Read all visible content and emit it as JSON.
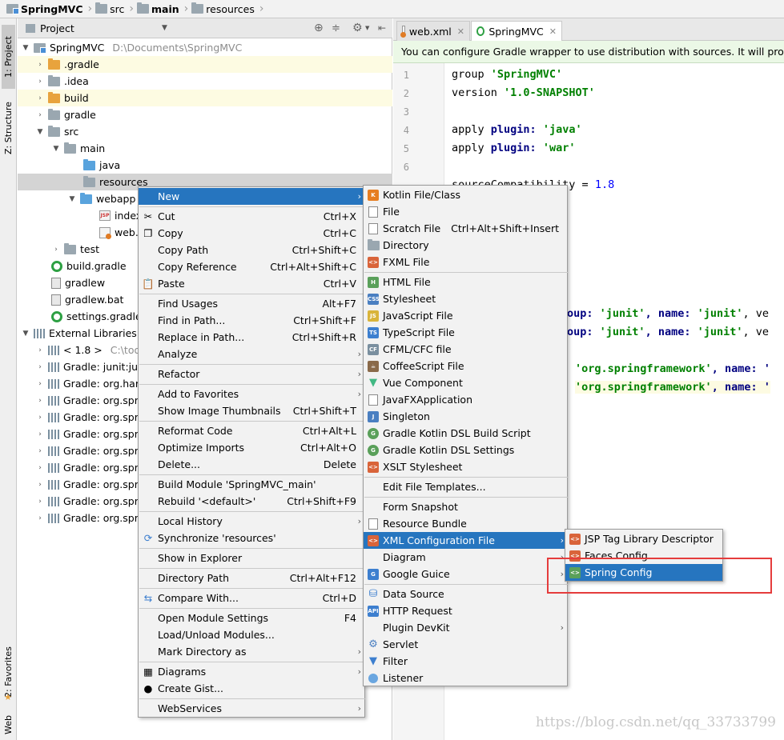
{
  "breadcrumb": [
    "SpringMVC",
    "src",
    "main",
    "resources"
  ],
  "left_strip": {
    "project_tab": "1: Project",
    "structure_tab": "Z: Structure",
    "favorites_tab": "2: Favorites",
    "web_tab": "Web"
  },
  "project_panel": {
    "title": "Project",
    "tree": [
      {
        "label": "SpringMVC",
        "path": "D:\\Documents\\SpringMVC"
      },
      {
        "label": ".gradle"
      },
      {
        "label": ".idea"
      },
      {
        "label": "build"
      },
      {
        "label": "gradle"
      },
      {
        "label": "src"
      },
      {
        "label": "main"
      },
      {
        "label": "java"
      },
      {
        "label": "resources"
      },
      {
        "label": "webapp"
      },
      {
        "label": "index"
      },
      {
        "label": "web.x"
      },
      {
        "label": "test"
      },
      {
        "label": "build.gradle"
      },
      {
        "label": "gradlew"
      },
      {
        "label": "gradlew.bat"
      },
      {
        "label": "settings.gradle"
      },
      {
        "label": "External Libraries"
      },
      {
        "label": "< 1.8 >",
        "path": "C:\\tool"
      },
      {
        "label": "Gradle: junit:jun"
      },
      {
        "label": "Gradle: org.har"
      },
      {
        "label": "Gradle: org.spr"
      },
      {
        "label": "Gradle: org.spr"
      },
      {
        "label": "Gradle: org.spr"
      },
      {
        "label": "Gradle: org.spr"
      },
      {
        "label": "Gradle: org.spr"
      },
      {
        "label": "Gradle: org.spr"
      },
      {
        "label": "Gradle: org.spr"
      },
      {
        "label": "Gradle: org.spr"
      }
    ]
  },
  "editor": {
    "tabs": [
      "web.xml",
      "SpringMVC"
    ],
    "banner": "You can configure Gradle wrapper to use distribution with sources. It will provide",
    "line_numbers": [
      "1",
      "2",
      "3",
      "4",
      "5",
      "6"
    ],
    "code": {
      "l1_kw": "group",
      "l1_str": "'SpringMVC'",
      "l2_kw": "version",
      "l2_str": "'1.0-SNAPSHOT'",
      "l4_kw": "apply",
      "l4_mid": "plugin:",
      "l4_str": "'java'",
      "l5_kw": "apply",
      "l5_mid": "plugin:",
      "l5_str": "'war'",
      "l7_txt": "sourceCompatibility = ",
      "l7_num": "1.8",
      "d1_a": "oup:",
      "d1_s1": "'junit'",
      "d1_b": ", name:",
      "d1_s2": "'junit'",
      "d1_c": ", ve",
      "d2_a": "oup:",
      "d2_s1": "'junit'",
      "d2_b": ", name:",
      "d2_s2": "'junit'",
      "d2_c": ", ve",
      "s1_s": "'org.springframework'",
      "s1_b": ", name: '",
      "s2_s": "'org.springframework'",
      "s2_b": ", name: '"
    },
    "watermark": "https://blog.csdn.net/qq_33733799"
  },
  "context_menu": [
    {
      "label": "New",
      "shortcut": ""
    },
    {
      "label": "Cut",
      "shortcut": "Ctrl+X"
    },
    {
      "label": "Copy",
      "shortcut": "Ctrl+C"
    },
    {
      "label": "Copy Path",
      "shortcut": "Ctrl+Shift+C"
    },
    {
      "label": "Copy Reference",
      "shortcut": "Ctrl+Alt+Shift+C"
    },
    {
      "label": "Paste",
      "shortcut": "Ctrl+V"
    },
    {
      "label": "Find Usages",
      "shortcut": "Alt+F7"
    },
    {
      "label": "Find in Path...",
      "shortcut": "Ctrl+Shift+F"
    },
    {
      "label": "Replace in Path...",
      "shortcut": "Ctrl+Shift+R"
    },
    {
      "label": "Analyze",
      "shortcut": ""
    },
    {
      "label": "Refactor",
      "shortcut": ""
    },
    {
      "label": "Add to Favorites",
      "shortcut": ""
    },
    {
      "label": "Show Image Thumbnails",
      "shortcut": "Ctrl+Shift+T"
    },
    {
      "label": "Reformat Code",
      "shortcut": "Ctrl+Alt+L"
    },
    {
      "label": "Optimize Imports",
      "shortcut": "Ctrl+Alt+O"
    },
    {
      "label": "Delete...",
      "shortcut": "Delete"
    },
    {
      "label": "Build Module 'SpringMVC_main'",
      "shortcut": ""
    },
    {
      "label": "Rebuild '<default>'",
      "shortcut": "Ctrl+Shift+F9"
    },
    {
      "label": "Local History",
      "shortcut": ""
    },
    {
      "label": "Synchronize 'resources'",
      "shortcut": ""
    },
    {
      "label": "Show in Explorer",
      "shortcut": ""
    },
    {
      "label": "Directory Path",
      "shortcut": "Ctrl+Alt+F12"
    },
    {
      "label": "Compare With...",
      "shortcut": "Ctrl+D"
    },
    {
      "label": "Open Module Settings",
      "shortcut": "F4"
    },
    {
      "label": "Load/Unload Modules...",
      "shortcut": ""
    },
    {
      "label": "Mark Directory as",
      "shortcut": ""
    },
    {
      "label": "Diagrams",
      "shortcut": ""
    },
    {
      "label": "Create Gist...",
      "shortcut": ""
    },
    {
      "label": "WebServices",
      "shortcut": ""
    }
  ],
  "new_submenu": [
    {
      "label": "Kotlin File/Class",
      "shortcut": ""
    },
    {
      "label": "File",
      "shortcut": ""
    },
    {
      "label": "Scratch File",
      "shortcut": "Ctrl+Alt+Shift+Insert"
    },
    {
      "label": "Directory",
      "shortcut": ""
    },
    {
      "label": "FXML File",
      "shortcut": ""
    },
    {
      "label": "HTML File",
      "shortcut": ""
    },
    {
      "label": "Stylesheet",
      "shortcut": ""
    },
    {
      "label": "JavaScript File",
      "shortcut": ""
    },
    {
      "label": "TypeScript File",
      "shortcut": ""
    },
    {
      "label": "CFML/CFC file",
      "shortcut": ""
    },
    {
      "label": "CoffeeScript File",
      "shortcut": ""
    },
    {
      "label": "Vue Component",
      "shortcut": ""
    },
    {
      "label": "JavaFXApplication",
      "shortcut": ""
    },
    {
      "label": "Singleton",
      "shortcut": ""
    },
    {
      "label": "Gradle Kotlin DSL Build Script",
      "shortcut": ""
    },
    {
      "label": "Gradle Kotlin DSL Settings",
      "shortcut": ""
    },
    {
      "label": "XSLT Stylesheet",
      "shortcut": ""
    },
    {
      "label": "Edit File Templates...",
      "shortcut": ""
    },
    {
      "label": "Form Snapshot",
      "shortcut": ""
    },
    {
      "label": "Resource Bundle",
      "shortcut": ""
    },
    {
      "label": "XML Configuration File",
      "shortcut": ""
    },
    {
      "label": "Diagram",
      "shortcut": ""
    },
    {
      "label": "Google Guice",
      "shortcut": ""
    },
    {
      "label": "Data Source",
      "shortcut": ""
    },
    {
      "label": "HTTP Request",
      "shortcut": ""
    },
    {
      "label": "Plugin DevKit",
      "shortcut": ""
    },
    {
      "label": "Servlet",
      "shortcut": ""
    },
    {
      "label": "Filter",
      "shortcut": ""
    },
    {
      "label": "Listener",
      "shortcut": ""
    }
  ],
  "xml_submenu": [
    {
      "label": "JSP Tag Library Descriptor"
    },
    {
      "label": "Faces Config"
    },
    {
      "label": "Spring Config"
    }
  ],
  "colors": {
    "selection": "#2675bf",
    "highlight_box": "#e53c3c",
    "banner_bg": "#ebf8e6"
  }
}
